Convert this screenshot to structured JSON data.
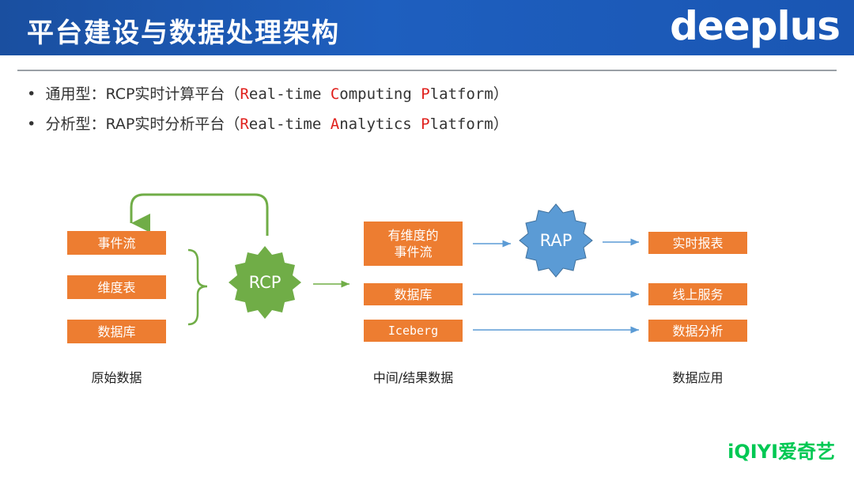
{
  "header": {
    "title": "平台建设与数据处理架构",
    "brand": "deeplus"
  },
  "bullets": [
    {
      "label": "通用型：RCP实时计算平台（",
      "parts": [
        "R",
        "eal-time ",
        "C",
        "omputing ",
        "P",
        "latform"
      ],
      "close": "）"
    },
    {
      "label": "分析型：RAP实时分析平台（",
      "parts": [
        "R",
        "eal-time ",
        "A",
        "nalytics ",
        "P",
        "latform"
      ],
      "close": "）"
    }
  ],
  "diagram": {
    "source_boxes": [
      "事件流",
      "维度表",
      "数据库"
    ],
    "source_caption": "原始数据",
    "rcp_label": "RCP",
    "middle_boxes": [
      "有维度的\n事件流",
      "数据库",
      "Iceberg"
    ],
    "middle_caption": "中间/结果数据",
    "rap_label": "RAP",
    "app_boxes": [
      "实时报表",
      "线上服务",
      "数据分析"
    ],
    "app_caption": "数据应用"
  },
  "colors": {
    "header_blue": "#1a56b3",
    "box_orange": "#ed7d31",
    "rcp_green": "#70ad47",
    "rap_blue": "#5b9bd5",
    "highlight_red": "#e0201c"
  },
  "footer": {
    "logo": "iQIYI爱奇艺"
  }
}
